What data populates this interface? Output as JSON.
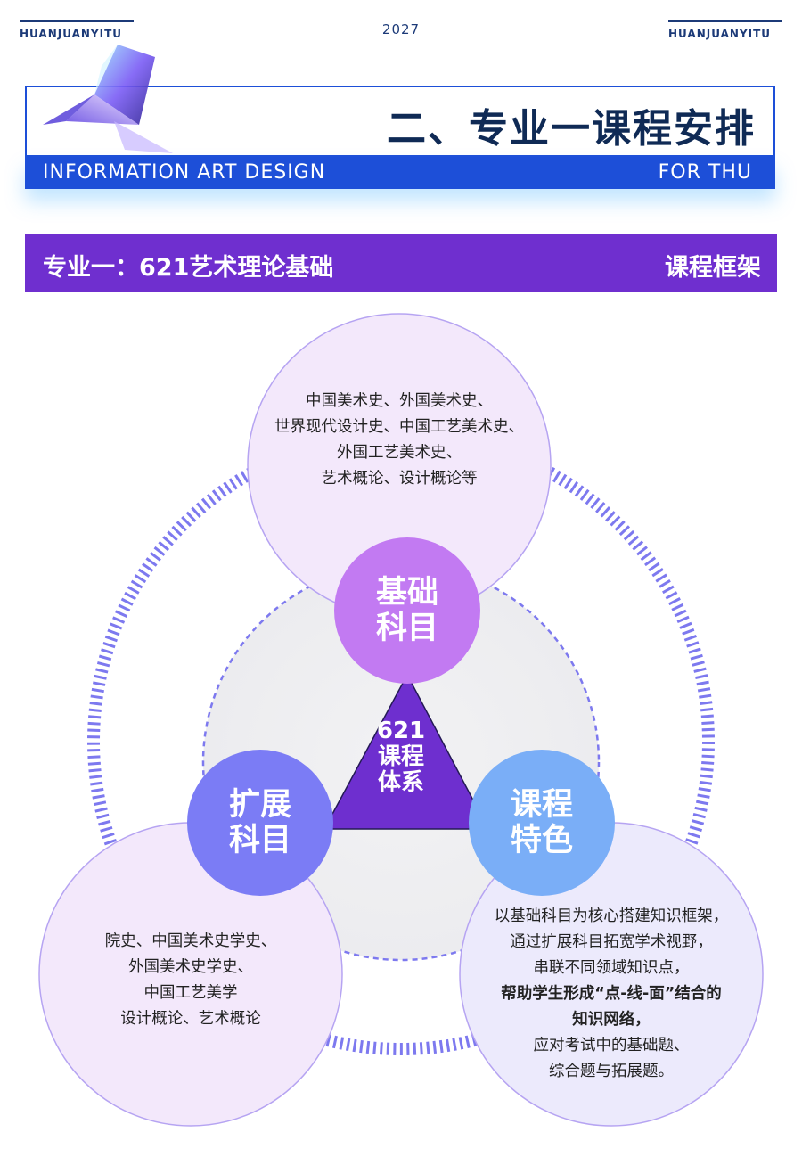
{
  "brand": {
    "left": "HUANJUANYITU",
    "right": "HUANJUANYITU",
    "year": "2027"
  },
  "header": {
    "title": "二、专业一课程安排",
    "band_left": "INFORMATION ART DESIGN",
    "band_right": "FOR THU"
  },
  "section": {
    "title": "专业一：621艺术理论基础",
    "tag": "课程框架"
  },
  "diagram": {
    "center": {
      "lines": [
        "621",
        "课程",
        "体系"
      ]
    },
    "basic": {
      "hub": [
        "基础",
        "科目"
      ],
      "lines": [
        "中国美术史、外国美术史、",
        "世界现代设计史、中国工艺美术史、",
        "外国工艺美术史、",
        "艺术概论、设计概论等"
      ]
    },
    "extended": {
      "hub": [
        "扩展",
        "科目"
      ],
      "lines": [
        "院史、中国美术史学史、",
        "外国美术史学史、",
        "中国工艺美学",
        "设计概论、艺术概论"
      ]
    },
    "features": {
      "hub": [
        "课程",
        "特色"
      ],
      "lines": [
        "以基础科目为核心搭建知识框架，",
        "通过扩展科目拓宽学术视野，",
        "串联不同领域知识点，",
        "帮助学生形成“点-线-面”结合的",
        "知识网络，",
        "应对考试中的基础题、",
        "综合题与拓展题。"
      ]
    }
  },
  "colors": {
    "navy": "#0f2a55",
    "blue": "#1d4fd8",
    "purple": "#6f2fcf",
    "hub_basic": "#c27af2",
    "hub_extended": "#7b7cf5",
    "hub_features": "#7aaef7",
    "ring": "#7d79ef"
  }
}
